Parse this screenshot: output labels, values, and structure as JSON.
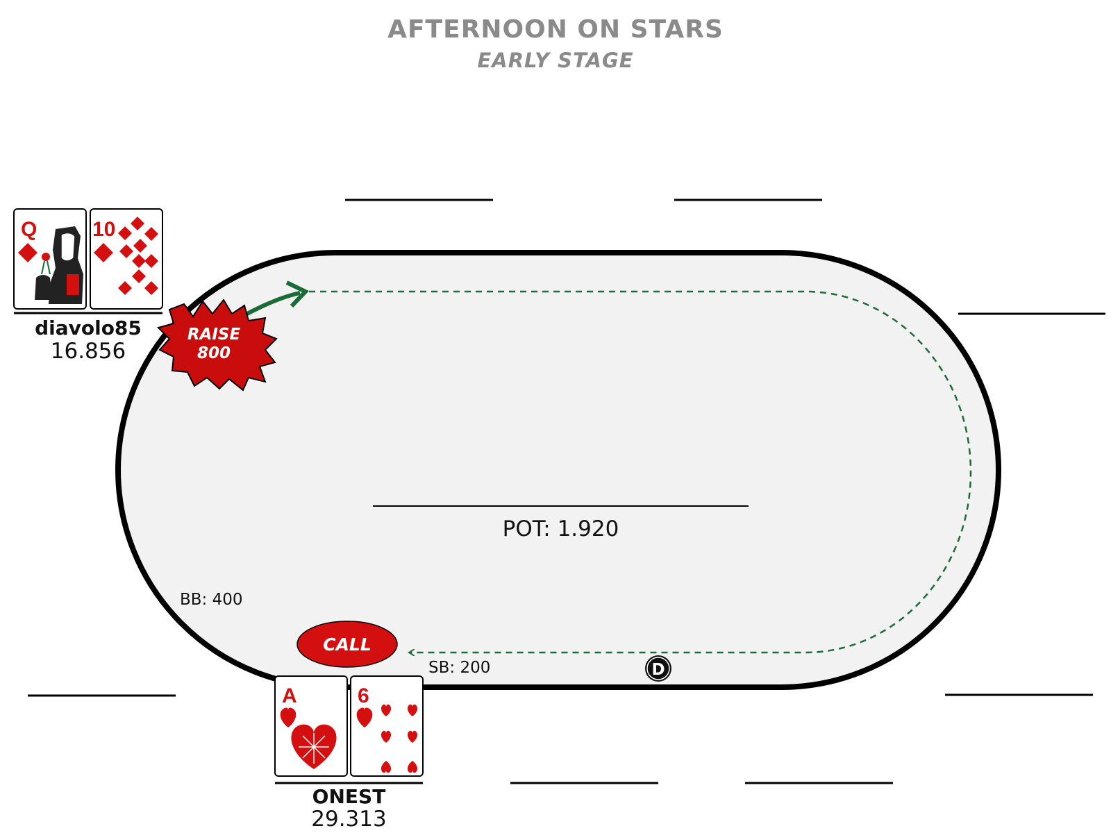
{
  "header": {
    "title": "AFTERNOON ON STARS",
    "subtitle": "EARLY STAGE"
  },
  "table": {
    "felt_color": "#f2f2f2",
    "rail_color": "#000000",
    "pot": "POT: 1.920",
    "dealer_button": "D"
  },
  "players": {
    "villain": {
      "name": "diavolo85",
      "stack": "16.856",
      "cards": [
        {
          "rank": "Q",
          "suit": "diamond"
        },
        {
          "rank": "10",
          "suit": "diamond"
        }
      ],
      "action": {
        "line1": "RAISE",
        "line2": "800"
      }
    },
    "hero": {
      "name": "ONEST",
      "stack": "29.313",
      "cards": [
        {
          "rank": "A",
          "suit": "heart"
        },
        {
          "rank": "6",
          "suit": "heart"
        }
      ],
      "action": {
        "label": "CALL"
      }
    }
  },
  "blinds": {
    "bb": "BB: 400",
    "sb": "SB: 200"
  },
  "colors": {
    "red": "#d40f0f",
    "arrow_green": "#1a6b35",
    "title_gray": "#8a8a8a"
  }
}
